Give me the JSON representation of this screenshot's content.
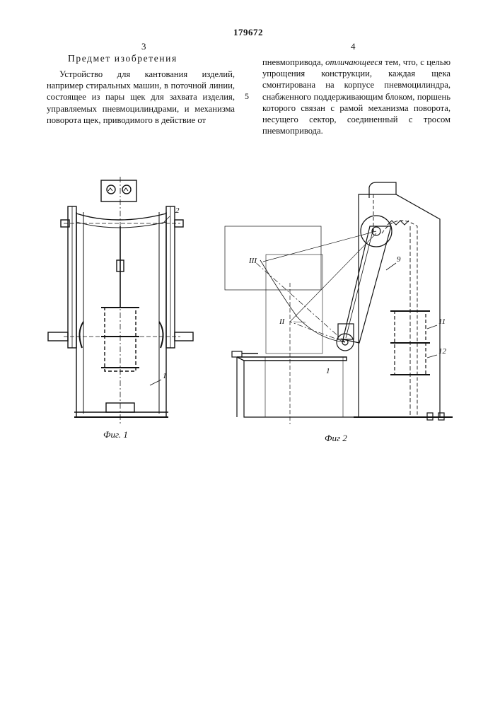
{
  "header": {
    "patent_number": "179672",
    "column_left": "3",
    "column_right": "4"
  },
  "left_column": {
    "heading": "Предмет изобретения",
    "text": "Устройство для кантования изделий, например стиральных машин, в поточной линии, состоящее из пары щек для захвата изделия, управляемых пневмоцилиндрами, и механизма поворота щек, приводимого в действие от"
  },
  "right_column": {
    "text_before_emphasis": "пневмопривода, ",
    "emphasis": "отличающееся",
    "text_after_emphasis": " тем, что, с целью упрощения конструкции, каждая щека смонтирована на корпусе пневмоцилиндра, снабженного поддерживающим блоком, поршень которого связан с рамой механизма поворота, несущего сектор, соединенный с тросом пневмопривода."
  },
  "line_marker": "5",
  "figure1": {
    "caption": "Фиг. 1",
    "labels": {
      "part_2": "2",
      "part_1": "1"
    }
  },
  "figure2": {
    "caption": "Фиг 2",
    "labels": {
      "pos_III": "III",
      "pos_II": "II",
      "part_1": "1",
      "part_9": "9",
      "part_11": "11",
      "part_12": "12"
    }
  }
}
